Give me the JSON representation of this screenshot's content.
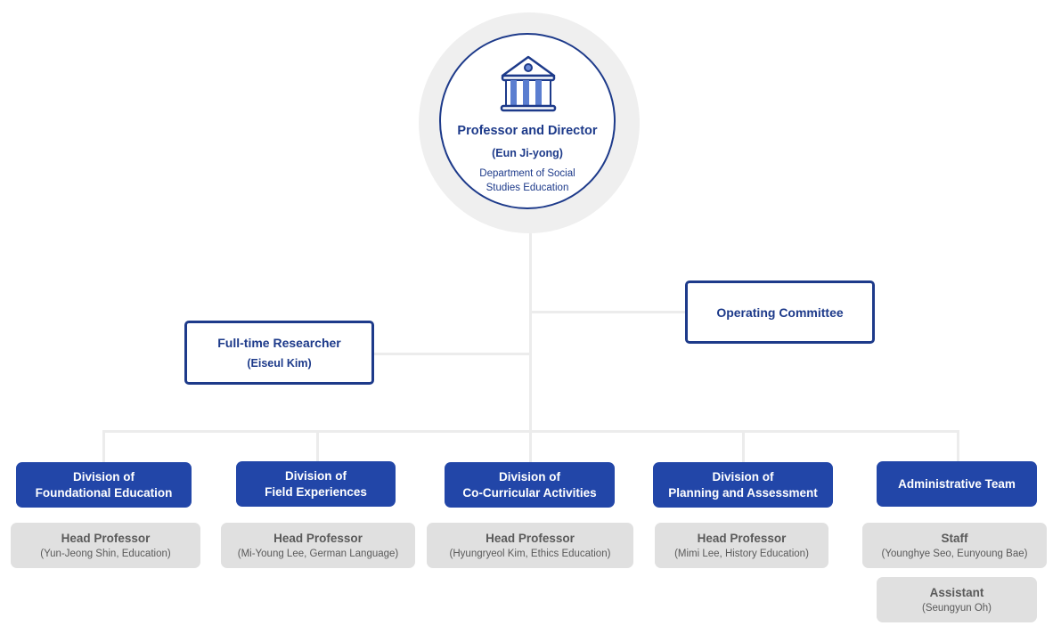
{
  "director": {
    "icon": "building-icon",
    "title": "Professor and Director",
    "name": "(Eun Ji-yong)",
    "department_line1": "Department of Social",
    "department_line2": "Studies Education"
  },
  "researcher": {
    "title": "Full-time Researcher",
    "name": "(Eiseul Kim)"
  },
  "committee": {
    "title": "Operating Committee"
  },
  "divisions": [
    {
      "line1": "Division of",
      "line2": "Foundational Education",
      "head_title": "Head Professor",
      "head_name": "(Yun-Jeong Shin, Education)"
    },
    {
      "line1": "Division of",
      "line2": "Field Experiences",
      "head_title": "Head Professor",
      "head_name": "(Mi-Young Lee, German Language)"
    },
    {
      "line1": "Division of",
      "line2": "Co-Curricular Activities",
      "head_title": "Head Professor",
      "head_name": "(Hyungryeol Kim, Ethics Education)"
    },
    {
      "line1": "Division of",
      "line2": "Planning and Assessment",
      "head_title": "Head Professor",
      "head_name": "(Mimi Lee, History Education)"
    }
  ],
  "admin": {
    "title": "Administrative Team",
    "staff_title": "Staff",
    "staff_name": "(Younghye Seo, Eunyoung Bae)",
    "assistant_title": "Assistant",
    "assistant_name": "(Seungyun Oh)"
  },
  "colors": {
    "navy": "#1d3a8a",
    "division_blue": "#2246a8",
    "gray_box": "#e0e0e0",
    "connector": "#ececec"
  }
}
